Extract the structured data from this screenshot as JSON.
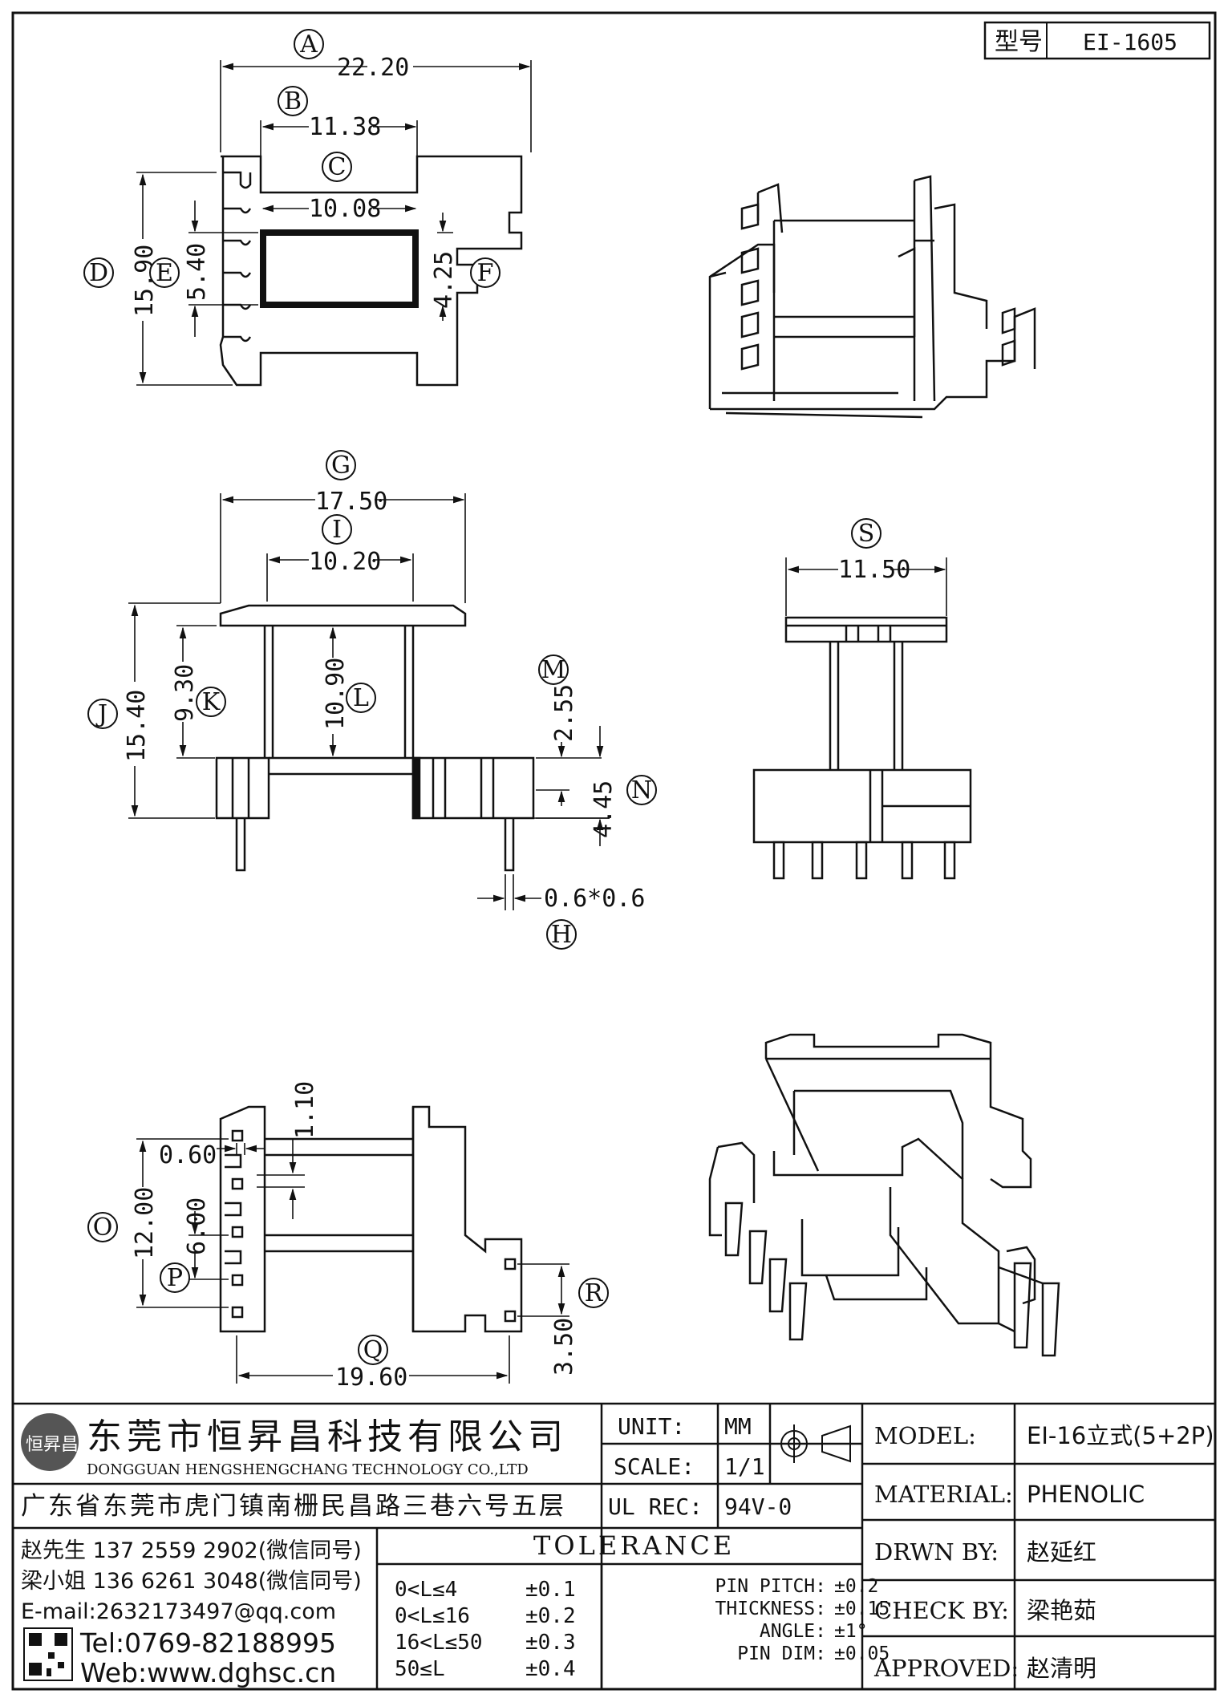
{
  "model_box": {
    "label": "型号",
    "value": "EI-1605"
  },
  "views": {
    "top": {
      "dims": {
        "A": "22.20",
        "B": "11.38",
        "C": "10.08",
        "D": "15.90",
        "E": "5.40",
        "F": "4.25"
      }
    },
    "front": {
      "dims": {
        "G": "17.50",
        "I": "10.20",
        "J": "15.40",
        "K": "9.30",
        "L": "10.90",
        "M": "2.55",
        "N": "4.45",
        "H": "0.6*0.6"
      }
    },
    "side": {
      "dims": {
        "S": "11.50"
      }
    },
    "bottom": {
      "dims": {
        "dim_060": "0.60",
        "dim_110": "1.10",
        "O": "12.00",
        "P": "6.00",
        "Q": "19.60",
        "R": "3.50"
      }
    },
    "labels": [
      "A",
      "B",
      "C",
      "D",
      "E",
      "F",
      "G",
      "I",
      "J",
      "K",
      "L",
      "M",
      "N",
      "H",
      "S",
      "O",
      "P",
      "Q",
      "R"
    ]
  },
  "title_block": {
    "company_cn": "东莞市恒昇昌科技有限公司",
    "company_en": "DONGGUAN HENGSHENGCHANG TECHNOLOGY CO.,LTD",
    "logo_text": "恒昇昌",
    "address": "广东省东莞市虎门镇南栅民昌路三巷六号五层",
    "unit_label": "UNIT:",
    "unit_value": "MM",
    "scale_label": "SCALE:",
    "scale_value": "1/1",
    "ulrec_label": "UL REC:",
    "ulrec_value": "94V-0",
    "contacts": [
      "赵先生 137 2559 2902(微信同号)",
      "梁小姐 136 6261 3048(微信同号)"
    ],
    "email": "E-mail:2632173497@qq.com",
    "tel": "Tel:0769-82188995",
    "web": "Web:www.dghsc.cn",
    "tolerance_title": "TOLERANCE",
    "tolerance_rows": [
      {
        "range": "0<L≤4",
        "tol": "±0.1"
      },
      {
        "range": "0<L≤16",
        "tol": "±0.2"
      },
      {
        "range": "16<L≤50",
        "tol": "±0.3"
      },
      {
        "range": "50≤L",
        "tol": "±0.4"
      }
    ],
    "tolerance_extra": [
      {
        "label": "PIN PITCH:",
        "value": "±0.2"
      },
      {
        "label": "THICKNESS:",
        "value": "±0.15"
      },
      {
        "label": "ANGLE:",
        "value": "±1°"
      },
      {
        "label": "PIN DIM:",
        "value": "±0.05"
      }
    ],
    "fields": [
      {
        "label": "MODEL:",
        "value": "EI-16立式(5+2P)"
      },
      {
        "label": "MATERIAL:",
        "value": "PHENOLIC"
      },
      {
        "label": "DRWN BY:",
        "value": "赵延红"
      },
      {
        "label": "CHECK BY:",
        "value": "梁艳茹"
      },
      {
        "label": "APPROVED:",
        "value": "赵清明"
      }
    ]
  }
}
